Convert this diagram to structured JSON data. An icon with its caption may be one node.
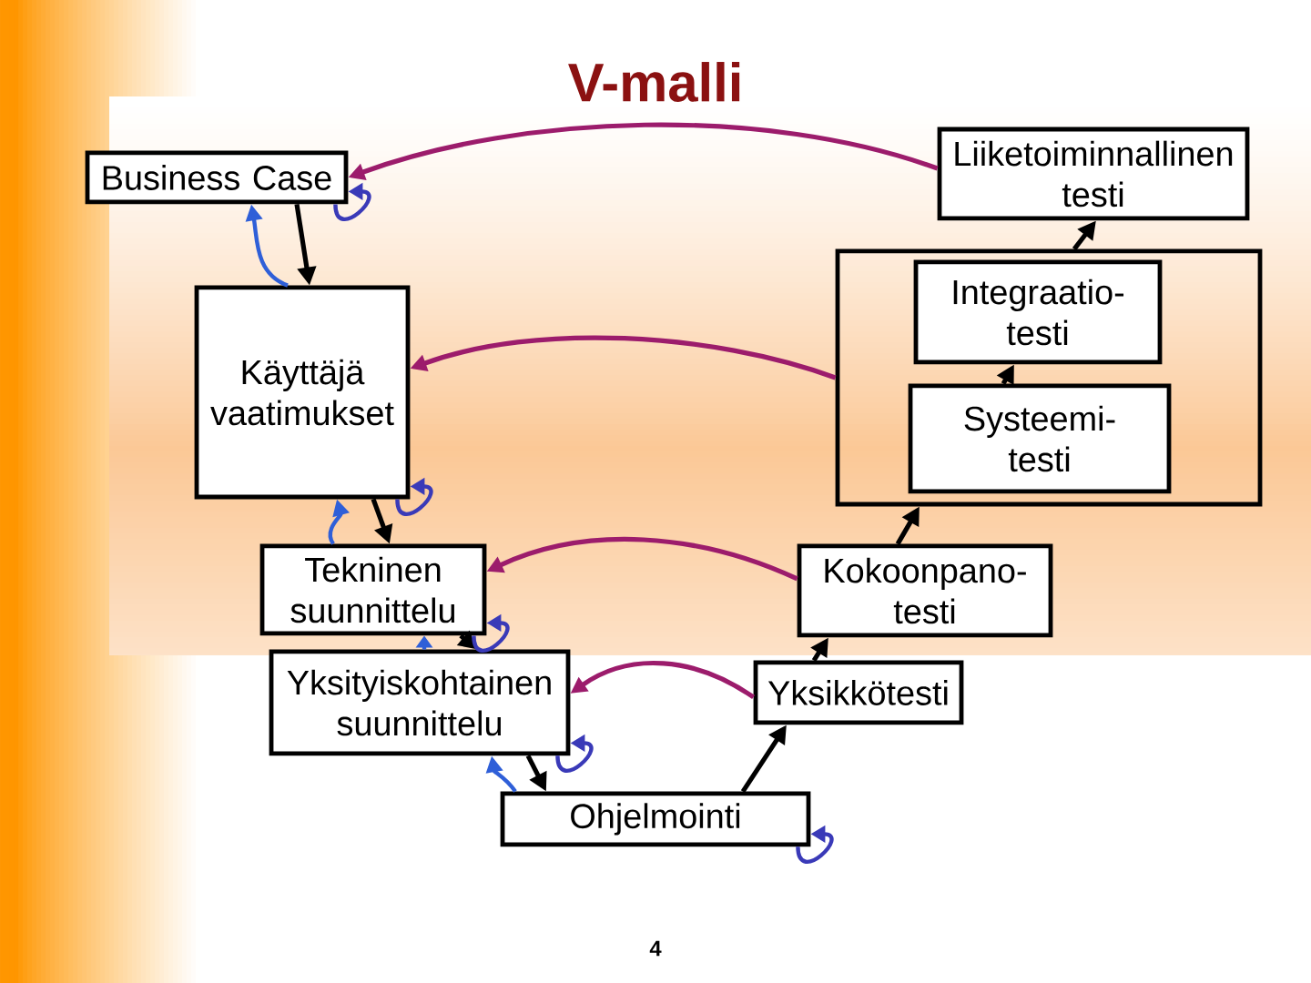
{
  "diagram": {
    "title": "V-malli",
    "nodes": [
      {
        "text": [
          "Business Case"
        ]
      },
      {
        "text": [
          "Käyttäjä vaatimukset"
        ]
      },
      {
        "text": [
          "Tekninen suunnittelu"
        ]
      },
      {
        "text": [
          "Yksityiskohtainen suunnittelu"
        ]
      },
      {
        "text": [
          "Ohjelmointi"
        ]
      },
      {
        "text": [
          "Yksikkötesti"
        ]
      },
      {
        "text": [
          "Kokoonpano- testi"
        ]
      },
      {
        "text": [],
        "shape": "box"
      },
      {
        "text": [
          "Systeemi- testi"
        ],
        "in": 7
      },
      {
        "text": [
          "Integraatio- testi"
        ],
        "in": 7
      },
      {
        "text": [
          "Liiketoiminnallinen testi"
        ]
      }
    ],
    "edges": [
      {
        "from": 0,
        "to": 1,
        "arrow": "to"
      },
      {
        "from": 1,
        "to": 2,
        "arrow": "to"
      },
      {
        "from": 2,
        "to": 3,
        "arrow": "to"
      },
      {
        "from": 3,
        "to": 4,
        "arrow": "to"
      },
      {
        "from": 4,
        "to": 5,
        "arrow": "to"
      },
      {
        "from": 5,
        "to": 6,
        "arrow": "to"
      },
      {
        "from": 6,
        "to": 7,
        "arrow": "to"
      },
      {
        "from": 8,
        "to": 9,
        "arrow": "to"
      },
      {
        "from": 7,
        "to": 10,
        "arrow": "to"
      },
      {
        "from": 1,
        "to": 0,
        "arrow": "to",
        "color": "#2f5fd8"
      },
      {
        "from": 2,
        "to": 1,
        "arrow": "to",
        "color": "#2f5fd8"
      },
      {
        "from": 3,
        "to": 2,
        "arrow": "to",
        "color": "#2f5fd8"
      },
      {
        "from": 4,
        "to": 3,
        "arrow": "to",
        "color": "#2f5fd8"
      },
      {
        "from": 0,
        "to": 0,
        "arrow": "to",
        "color": "#3a3ab8"
      },
      {
        "from": 1,
        "to": 1,
        "arrow": "to",
        "color": "#3a3ab8"
      },
      {
        "from": 2,
        "to": 2,
        "arrow": "to",
        "color": "#3a3ab8"
      },
      {
        "from": 3,
        "to": 3,
        "arrow": "to",
        "color": "#3a3ab8"
      },
      {
        "from": 4,
        "to": 4,
        "arrow": "to",
        "color": "#3a3ab8"
      },
      {
        "from": 10,
        "to": 0,
        "arrow": "to",
        "color": "#9c1c6c"
      },
      {
        "from": 7,
        "to": 1,
        "arrow": "to",
        "color": "#9c1c6c"
      },
      {
        "from": 6,
        "to": 2,
        "arrow": "to",
        "color": "#9c1c6c"
      },
      {
        "from": 5,
        "to": 3,
        "arrow": "to",
        "color": "#9c1c6c"
      }
    ],
    "labels": [
      "4"
    ]
  }
}
